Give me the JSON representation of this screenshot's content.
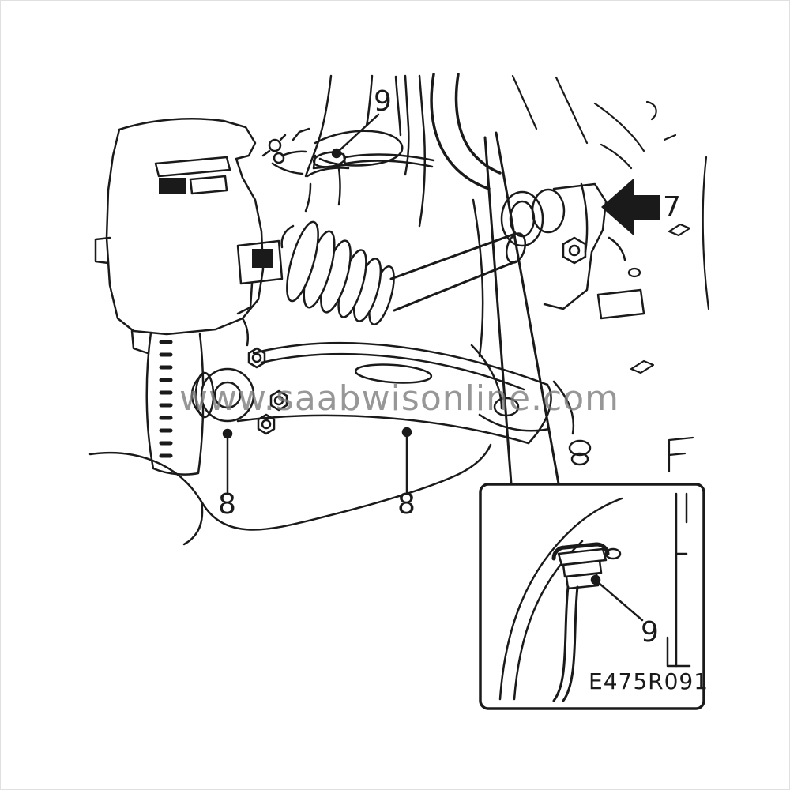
{
  "diagram": {
    "watermark": "www.saabwisonline.com",
    "reference_code": "E475R091",
    "callouts": {
      "top_9": "9",
      "arrow_7": "7",
      "left_8": "8",
      "right_8": "8",
      "inset_9": "9"
    },
    "colors": {
      "line": "#1a1a1a",
      "watermark": "#7b7b7b",
      "background": "#ffffff"
    }
  }
}
